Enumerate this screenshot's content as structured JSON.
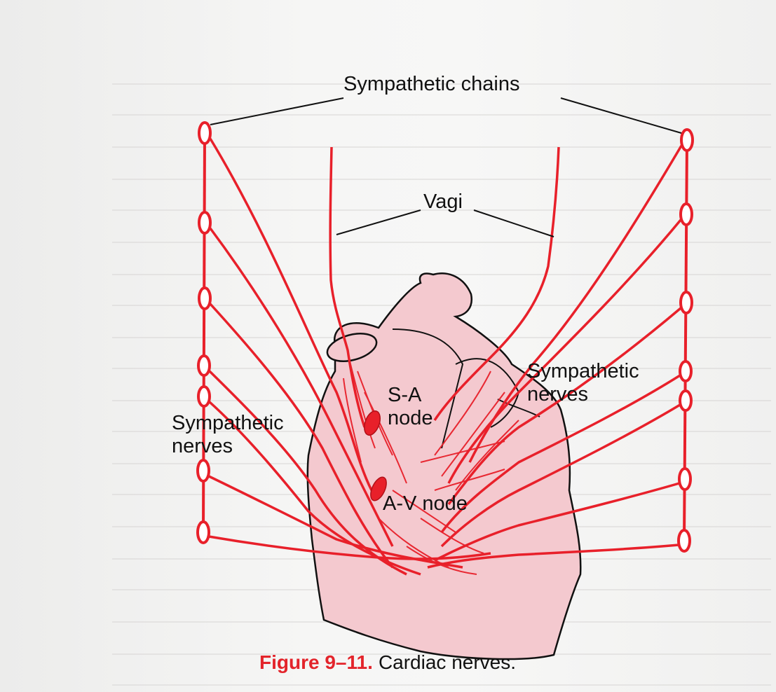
{
  "labels": {
    "sympathetic_chains": "Sympathetic chains",
    "vagi": "Vagi",
    "sympathetic_nerves_right_line1": "Sympathetic",
    "sympathetic_nerves_right_line2": "nerves",
    "sympathetic_nerves_left_line1": "Sympathetic",
    "sympathetic_nerves_left_line2": "nerves",
    "sa_node_line1": "S-A",
    "sa_node_line2": "node",
    "av_node": "A-V node"
  },
  "caption": {
    "number": "Figure 9–11.",
    "text": "Cardiac nerves."
  },
  "colors": {
    "nerve": "#e8202a",
    "heart_fill": "#f4c9cf",
    "heart_outline": "#111111",
    "node_fill": "#e8202a",
    "caption_accent": "#e3242b",
    "page_background": "#f3f2f1"
  }
}
